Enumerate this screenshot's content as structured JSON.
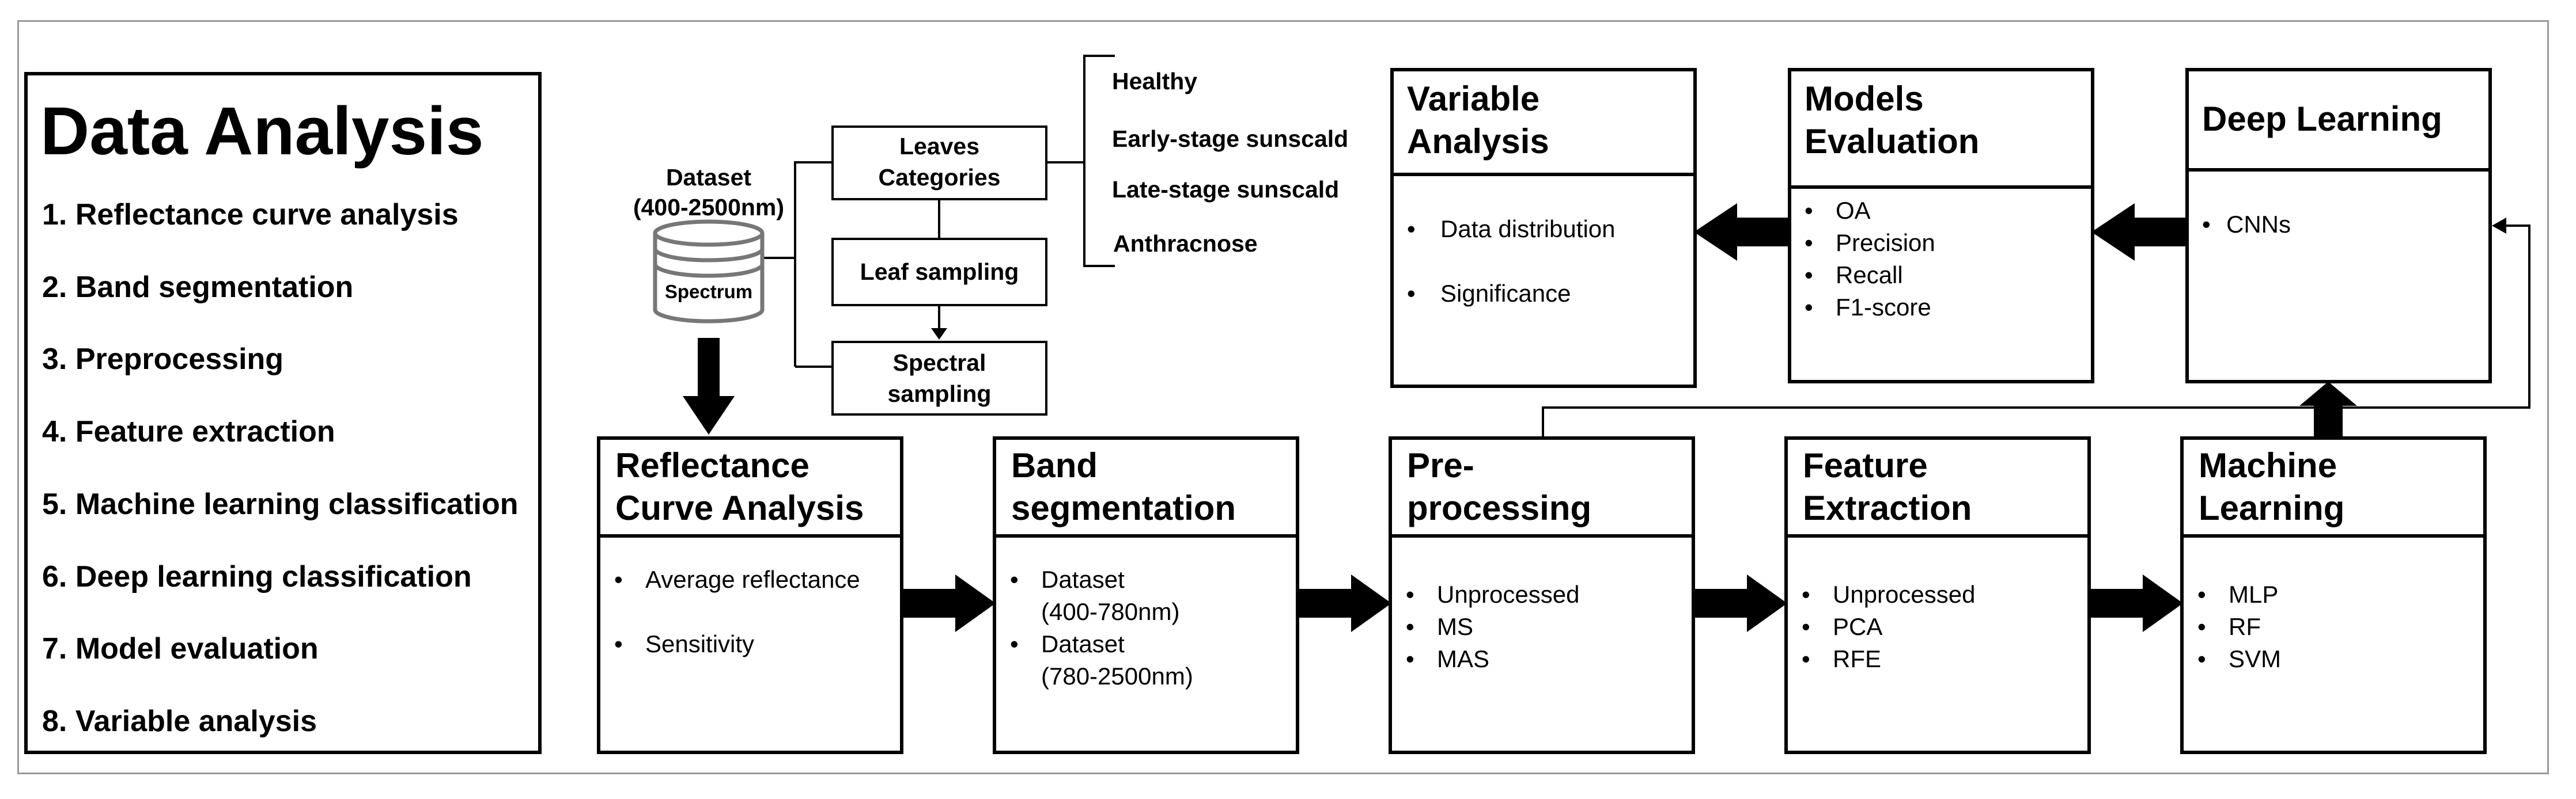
{
  "summary": {
    "title": "Data Analysis",
    "items": [
      "1. Reflectance curve analysis",
      "2. Band segmentation",
      "3. Preprocessing",
      "4. Feature extraction",
      "5. Machine learning classification",
      "6. Deep learning classification",
      "7. Model evaluation",
      "8. Variable analysis"
    ]
  },
  "dataset": {
    "label_line1": "Dataset",
    "label_line2": "(400-2500nm)",
    "cylinder_label": "Spectrum"
  },
  "sampling": {
    "leaves_categories": [
      "Leaves",
      "Categories"
    ],
    "leaf_sampling": "Leaf sampling",
    "spectral_sampling": [
      "Spectral",
      "sampling"
    ],
    "categories": [
      "Healthy",
      "Early-stage sunscald",
      "Late-stage sunscald",
      "Anthracnose"
    ]
  },
  "cards": {
    "reflectance": {
      "title": [
        "Reflectance",
        "Curve Analysis"
      ],
      "bullets": [
        "Average reflectance",
        "Sensitivity"
      ]
    },
    "band": {
      "title": [
        "Band",
        "segmentation"
      ],
      "bullets": [
        [
          "Dataset",
          "(400-780nm)"
        ],
        [
          "Dataset",
          "(780-2500nm)"
        ]
      ]
    },
    "preprocessing": {
      "title": [
        "Pre-",
        "processing"
      ],
      "bullets": [
        "Unprocessed",
        "MS",
        "MAS"
      ]
    },
    "feature": {
      "title": [
        "Feature",
        "Extraction"
      ],
      "bullets": [
        "Unprocessed",
        "PCA",
        "RFE"
      ]
    },
    "ml": {
      "title": [
        "Machine",
        "Learning"
      ],
      "bullets": [
        "MLP",
        "RF",
        "SVM"
      ]
    },
    "dl": {
      "title": [
        "Deep Learning"
      ],
      "bullets": [
        "CNNs"
      ]
    },
    "eval": {
      "title": [
        "Models",
        "Evaluation"
      ],
      "bullets": [
        "OA",
        "Precision",
        "Recall",
        "F1-score"
      ]
    },
    "variable": {
      "title": [
        "Variable",
        "Analysis"
      ],
      "bullets": [
        "Data distribution",
        "Significance"
      ]
    }
  },
  "colors": {
    "stroke": "#000000",
    "frame": "#9a9a9a",
    "cylinder": "#777777"
  }
}
